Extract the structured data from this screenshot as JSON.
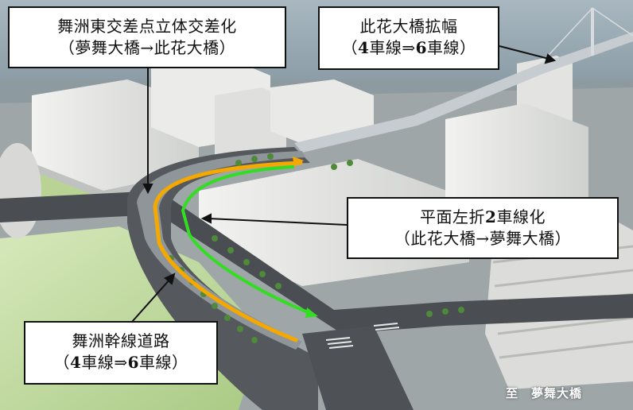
{
  "callouts": {
    "interchange": {
      "line1": "舞洲東交差点立体交差化",
      "line2": "（夢舞大橋→此花大橋）"
    },
    "konohana_widening": {
      "line1": "此花大橋拡幅",
      "line2_open": "（",
      "line2_from": "4",
      "line2_mid1": "車線⇒",
      "line2_to": "6",
      "line2_mid2": "車線）"
    },
    "left_turn": {
      "line1_pre": "平面左折",
      "line1_num": "2",
      "line1_post": "車線化",
      "line2": "（此花大橋→夢舞大橋）"
    },
    "trunk_road": {
      "line1": "舞洲幹線道路",
      "line2_open": "（",
      "line2_from": "4",
      "line2_mid1": "車線⇒",
      "line2_to": "6",
      "line2_mid2": "車線）"
    }
  },
  "destination_label": "至　夢舞大橋",
  "colors": {
    "overpass_route": "#f5a800",
    "left_turn_route": "#33dd22",
    "callout_border": "#111111",
    "road": "#4a4e52",
    "water": "#6f8794",
    "lawn": "#c3dca0",
    "building": "#e6e7e5"
  }
}
